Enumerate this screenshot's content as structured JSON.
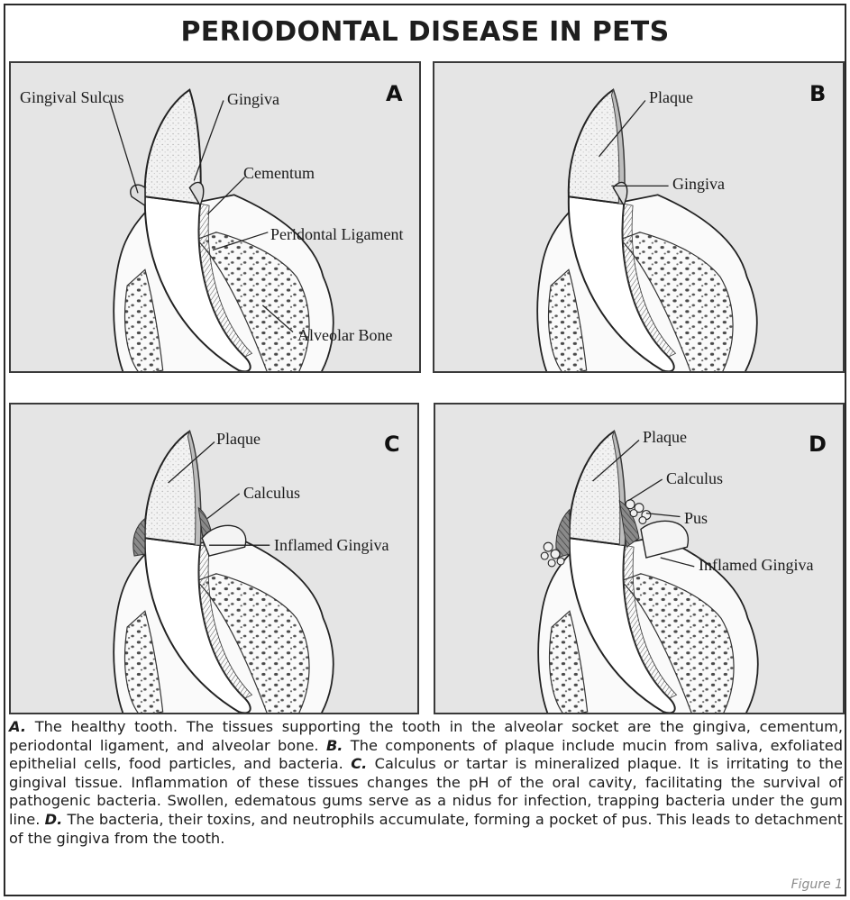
{
  "title": "PERIODONTAL DISEASE IN PETS",
  "panels": {
    "a": {
      "letter": "A",
      "labels": {
        "gingival_sulcus": "Gingival Sulcus",
        "gingiva": "Gingiva",
        "cementum": "Cementum",
        "periodontal_ligament": "Peridontal Ligament",
        "alveolar_bone": "Alveolar Bone"
      }
    },
    "b": {
      "letter": "B",
      "labels": {
        "plaque": "Plaque",
        "gingiva": "Gingiva"
      }
    },
    "c": {
      "letter": "C",
      "labels": {
        "plaque": "Plaque",
        "calculus": "Calculus",
        "inflamed_gingiva": "Inflamed Gingiva"
      }
    },
    "d": {
      "letter": "D",
      "labels": {
        "plaque": "Plaque",
        "calculus": "Calculus",
        "pus": "Pus",
        "inflamed_gingiva": "Inflamed Gingiva"
      }
    }
  },
  "caption": {
    "a_marker": "A.",
    "a_text": " The healthy tooth.  The tissues supporting the tooth in the alveolar socket are the gingiva, cementum, periodontal ligament, and alveolar bone.  ",
    "b_marker": "B.",
    "b_text": " The components of plaque include mucin from saliva, exfoliated epithelial cells, food particles, and bacteria.  ",
    "c_marker": "C.",
    "c_text": " Calculus or tartar is mineralized plaque.  It is irritating to the gingival tissue.  Inflammation of these tissues changes the pH of the oral cavity, facilitating the survival of pathogenic bacteria.  Swollen, edematous gums serve as a nidus for infection, trapping bacteria under the gum line.  ",
    "d_marker": "D.",
    "d_text": " The bacteria, their toxins, and neutrophils accumulate, forming a pocket of pus.  This leads to detachment of the gingiva from the tooth."
  },
  "figure_label": "Figure 1"
}
